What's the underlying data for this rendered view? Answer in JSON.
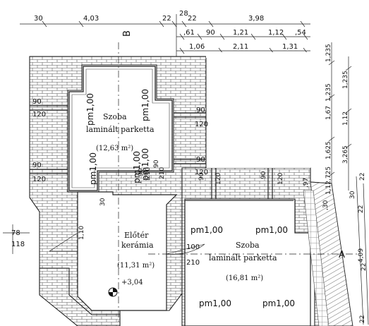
{
  "dims_top": [
    "30",
    "4,03",
    "22",
    "28",
    "22",
    "3,98"
  ],
  "dims_second": [
    ",61",
    "90",
    "1,21",
    "1,12",
    ",54"
  ],
  "dims_third": [
    "1,06",
    "2,11",
    "1,31"
  ],
  "dims_right": [
    "1,235",
    "1,235",
    "1,235",
    "1,67",
    "1,12",
    "1,625",
    ",725",
    "3,265",
    "1,12",
    ",97",
    ",30",
    "22",
    "30",
    "4,09",
    "22",
    "22",
    "22"
  ],
  "section_marks": [
    "B",
    "A"
  ],
  "openings": [
    "90",
    "120",
    "90",
    "120",
    "90",
    "120",
    "90",
    "120",
    "90",
    "210",
    "90",
    "210",
    "90",
    "120",
    "90",
    "120",
    "100",
    "210",
    "78",
    "118",
    "1,10",
    "30"
  ],
  "pm_labels": [
    "pm1,00",
    "pm1,00",
    "pm1,00",
    "pm1,00",
    "pm1,00",
    "pm1,00",
    "pm1,00",
    "pm1,00",
    "pm1,00"
  ],
  "rooms": {
    "szoba1": {
      "name": "Szoba",
      "floor": "laminált parketta",
      "area": "(12,63 m²)"
    },
    "eloter": {
      "name": "Előtér",
      "floor": "kerámia",
      "area": "(11,31 m²)",
      "level": "+3,04"
    },
    "szoba2": {
      "name": "Szoba",
      "floor": "laminált parketta",
      "area": "(16,81 m²)"
    }
  }
}
